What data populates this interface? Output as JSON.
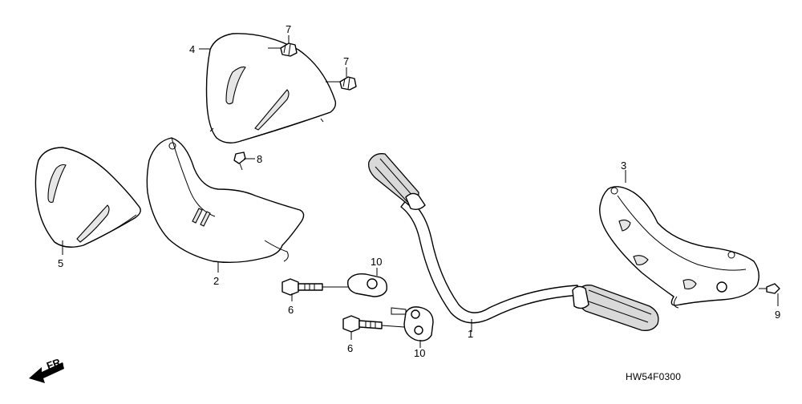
{
  "diagram": {
    "part_labels": [
      {
        "id": "p1",
        "text": "1"
      },
      {
        "id": "p2",
        "text": "2"
      },
      {
        "id": "p3",
        "text": "3"
      },
      {
        "id": "p4",
        "text": "4"
      },
      {
        "id": "p5",
        "text": "5"
      },
      {
        "id": "p6a",
        "text": "6"
      },
      {
        "id": "p6b",
        "text": "6"
      },
      {
        "id": "p7a",
        "text": "7"
      },
      {
        "id": "p7b",
        "text": "7"
      },
      {
        "id": "p8",
        "text": "8"
      },
      {
        "id": "p9",
        "text": "9"
      },
      {
        "id": "p10a",
        "text": "10"
      },
      {
        "id": "p10b",
        "text": "10"
      }
    ],
    "direction_label": "FR.",
    "drawing_code": "HW54F0300"
  }
}
